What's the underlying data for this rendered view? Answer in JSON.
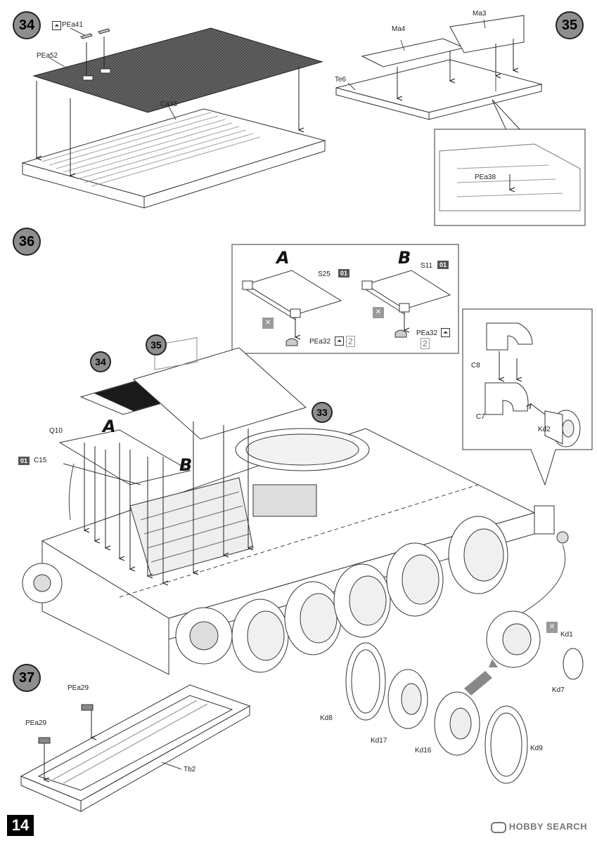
{
  "steps": {
    "s34": "34",
    "s35": "35",
    "s36": "36",
    "s37": "37",
    "ref34": "34",
    "ref35": "35",
    "ref33": "33"
  },
  "labels": {
    "pea41": "PEa41",
    "pea52": "PEa52",
    "ca33": "Ca33",
    "ma3": "Ma3",
    "ma4": "Ma4",
    "te6": "Te6",
    "pea38": "PEa38",
    "s25": "S25",
    "s11": "S11",
    "pea32_a": "PEa32",
    "pea32_b": "PEa32",
    "c8": "C8",
    "c7": "C7",
    "kd2": "Kd2",
    "q10": "Q10",
    "c15": "C15",
    "kd1": "Kd1",
    "kd7": "Kd7",
    "kd8": "Kd8",
    "kd17": "Kd17",
    "kd16": "Kd16",
    "kd9": "Kd9",
    "pea29_a": "PEa29",
    "pea29_b": "PEa29",
    "tb2": "Tb2"
  },
  "variants": {
    "a_box": "A",
    "b_box": "B",
    "a_hull": "A",
    "b_hull": "B"
  },
  "color_codes": {
    "c01_a": "01",
    "c01_b": "01",
    "c01_c15": "01"
  },
  "quantities": {
    "x2_a": "2",
    "x2_b": "2"
  },
  "page_number": "14",
  "watermark": "HOBBY SEARCH",
  "icons": [
    "photo-etch-icon",
    "cut-icon",
    "arrow-icon"
  ]
}
